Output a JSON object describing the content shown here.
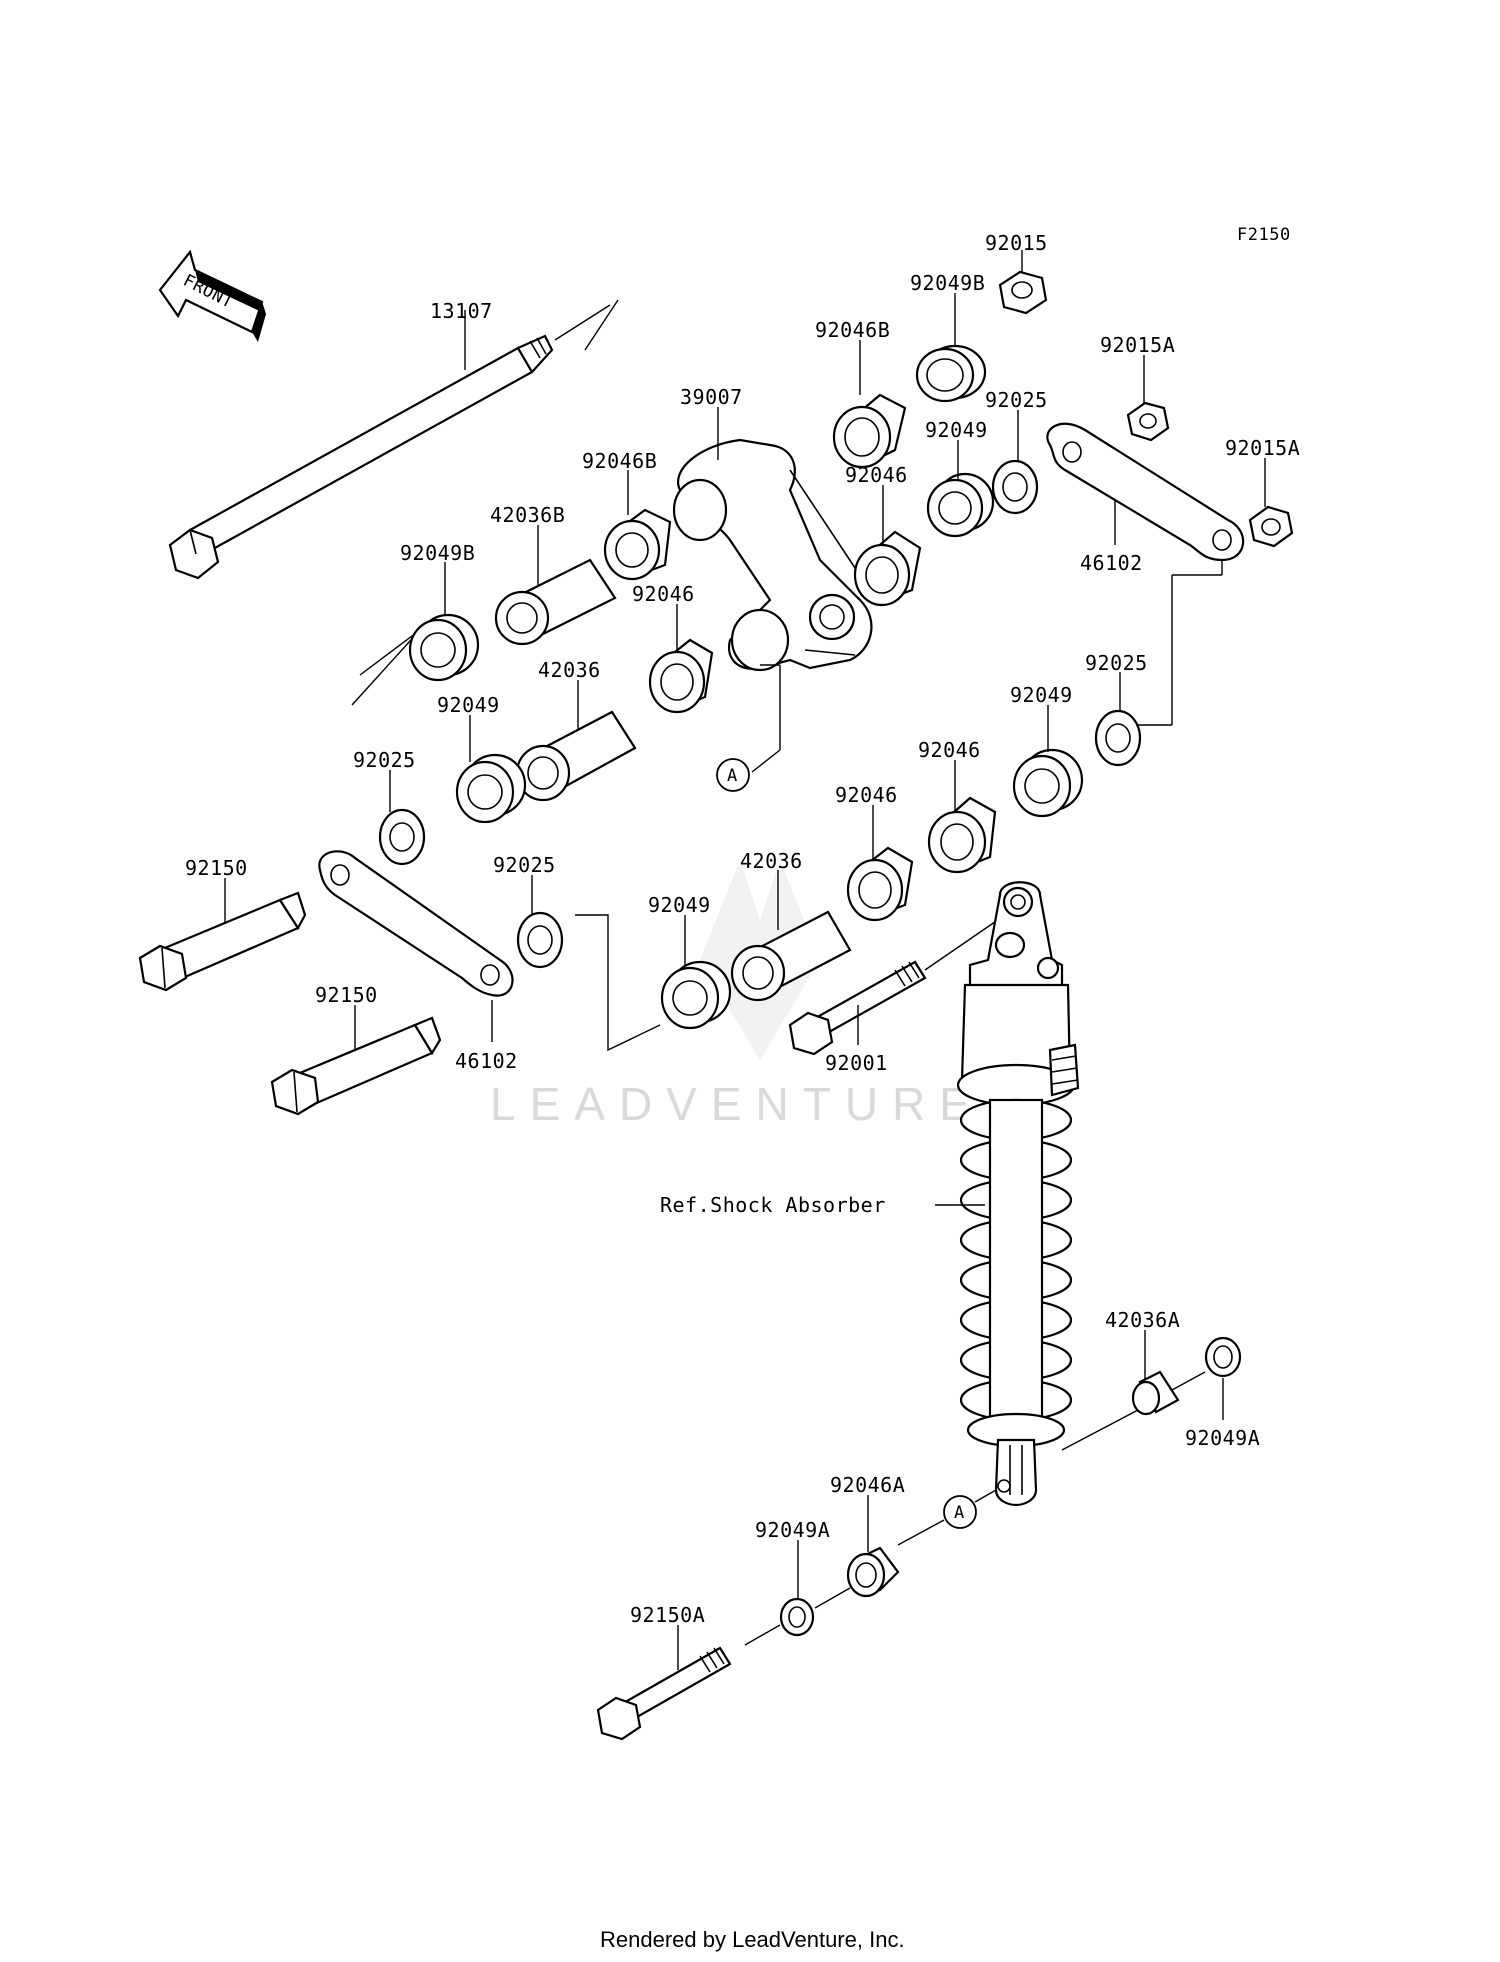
{
  "diagram_code": "F2150",
  "front_label": "FRONT",
  "watermark": "LEADVENTURE",
  "footer": "Rendered by LeadVenture, Inc.",
  "reference_label": "Ref.Shock Absorber",
  "callout_marker": "A",
  "labels": {
    "p13107": "13107",
    "p92015": "92015",
    "p92049B_top": "92049B",
    "p92046B_top": "92046B",
    "p92015A_top": "92015A",
    "p39007": "39007",
    "p92025_top": "92025",
    "p92049_top": "92049",
    "p92015A_right": "92015A",
    "p92046B_mid": "92046B",
    "p92046_top": "92046",
    "p42036B": "42036B",
    "p92049B_left": "92049B",
    "p46102_right": "46102",
    "p92046_mid": "92046",
    "p42036_mid": "42036",
    "p92025_right": "92025",
    "p92049_left": "92049",
    "p92049_right": "92049",
    "p92025_left": "92025",
    "p92046_lowright": "92046",
    "p92046_low": "92046",
    "p42036_low": "42036",
    "p92150_top": "92150",
    "p92025_low": "92025",
    "p92049_low": "92049",
    "p92150_low": "92150",
    "p46102_left": "46102",
    "p92001": "92001",
    "p42036A": "42036A",
    "p92049A_right": "92049A",
    "p92046A": "92046A",
    "p92049A_low": "92049A",
    "p92150A": "92150A"
  }
}
